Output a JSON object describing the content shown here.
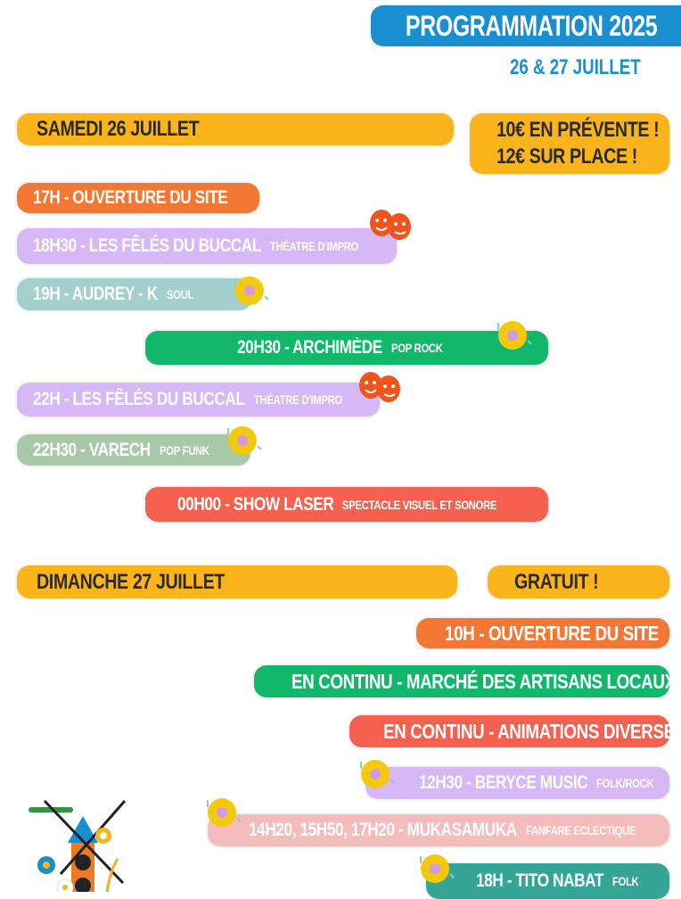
{
  "header": {
    "title": "PROGRAMMATION 2025",
    "dates": "26 & 27 JUILLET"
  },
  "saturday": {
    "label": "SAMEDI 26 JUILLET",
    "price_line1": "10€ EN PRÉVENTE !",
    "price_line2": "12€ SUR PLACE !",
    "events": [
      {
        "main": "17H - OUVERTURE DU SITE",
        "sub": ""
      },
      {
        "main": "18H30 -  LES FÊLÉS DU BUCCAL",
        "sub": "THÉATRE D'IMPRO"
      },
      {
        "main": "19H - AUDREY - K",
        "sub": "SOUL"
      },
      {
        "main": "20H30 - ARCHIMÈDE",
        "sub": "POP ROCK"
      },
      {
        "main": "22H -  LES FÊLÉS DU BUCCAL",
        "sub": "THÉATRE D'IMPRO"
      },
      {
        "main": "22H30 - VARECH",
        "sub": "POP FUNK"
      },
      {
        "main": "00H00 - SHOW LASER",
        "sub": "SPECTACLE VISUEL ET SONORE"
      }
    ]
  },
  "sunday": {
    "label": "DIMANCHE 27 JUILLET",
    "price": "GRATUIT !",
    "events": [
      {
        "main": "10H - OUVERTURE DU SITE",
        "sub": ""
      },
      {
        "main": "EN CONTINU - MARCHÉ DES ARTISANS LOCAUX",
        "sub": ""
      },
      {
        "main": "EN CONTINU - ANIMATIONS DIVERSES",
        "sub": ""
      },
      {
        "main": "12H30 - BERYCE MUSIC",
        "sub": "FOLK/ROCK"
      },
      {
        "main": "14H20, 15H50, 17H20 - MUKASAMUKA",
        "sub": "FANFARE ECLECTIQUE"
      },
      {
        "main": "18H - TITO NABAT",
        "sub": "FOLK"
      }
    ]
  },
  "colors": {
    "blue": "#1a8fd0",
    "yellow": "#fbb51a",
    "orange": "#f47834",
    "purple": "#d5b8f5",
    "teal_gray": "#a3cfcc",
    "green": "#12b86a",
    "sage": "#a8c9a8",
    "red": "#f5604f",
    "pink": "#f5bcbc",
    "teal": "#35a595"
  }
}
